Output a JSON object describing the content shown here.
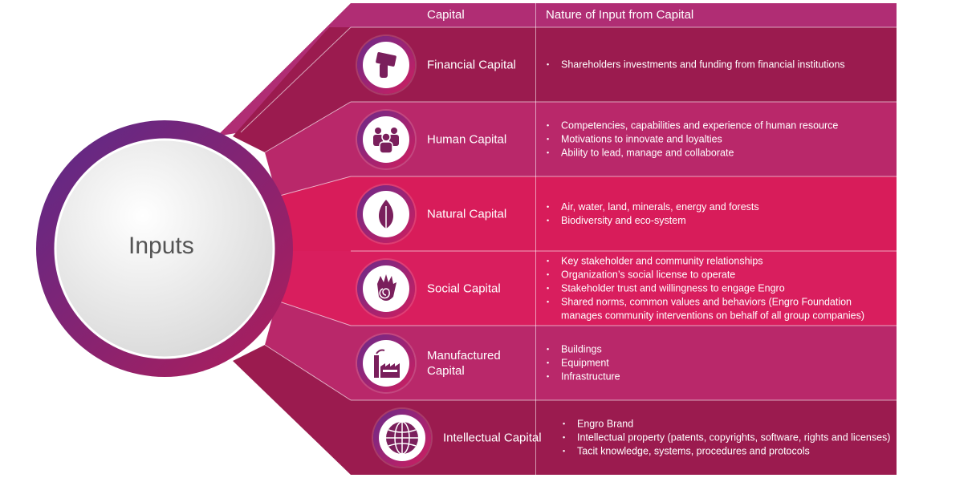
{
  "header": {
    "capital": "Capital",
    "nature": "Nature of Input from Capital"
  },
  "center_label": "Inputs",
  "rows": [
    {
      "name": "Financial Capital",
      "icon": "credit-card-hand-icon",
      "color": "#9b1b4f",
      "items": [
        "Shareholders investments and funding from financial institutions"
      ]
    },
    {
      "name": "Human Capital",
      "icon": "people-group-icon",
      "color": "#b9286a",
      "items": [
        "Competencies, capabilities and experience of human resource",
        "Motivations to innovate and loyalties",
        "Ability to lead, manage and collaborate"
      ]
    },
    {
      "name": "Natural Capital",
      "icon": "leaf-icon",
      "color": "#d81c5a",
      "items": [
        "Air, water, land, minerals, energy  and forests",
        "Biodiversity and eco-system"
      ]
    },
    {
      "name": "Social Capital",
      "icon": "hand-spiral-icon",
      "color": "#d91e5e",
      "items": [
        "Key stakeholder and community relationships",
        "Organization’s social license to operate",
        "Stakeholder trust and willingness to engage Engro",
        "Shared norms, common values and behaviors (Engro Foundation manages community interventions on behalf of all group companies)"
      ]
    },
    {
      "name": "Manufactured Capital",
      "icon": "factory-icon",
      "color": "#b9286a",
      "items": [
        "Buildings",
        "Equipment",
        "Infrastructure"
      ]
    },
    {
      "name": "Intellectual Capital",
      "icon": "globe-icon",
      "color": "#9b1b4f",
      "items": [
        "Engro Brand",
        "Intellectual property (patents, copyrights, software, rights and licenses)",
        "Tacit knowledge, systems, procedures and protocols"
      ]
    }
  ]
}
